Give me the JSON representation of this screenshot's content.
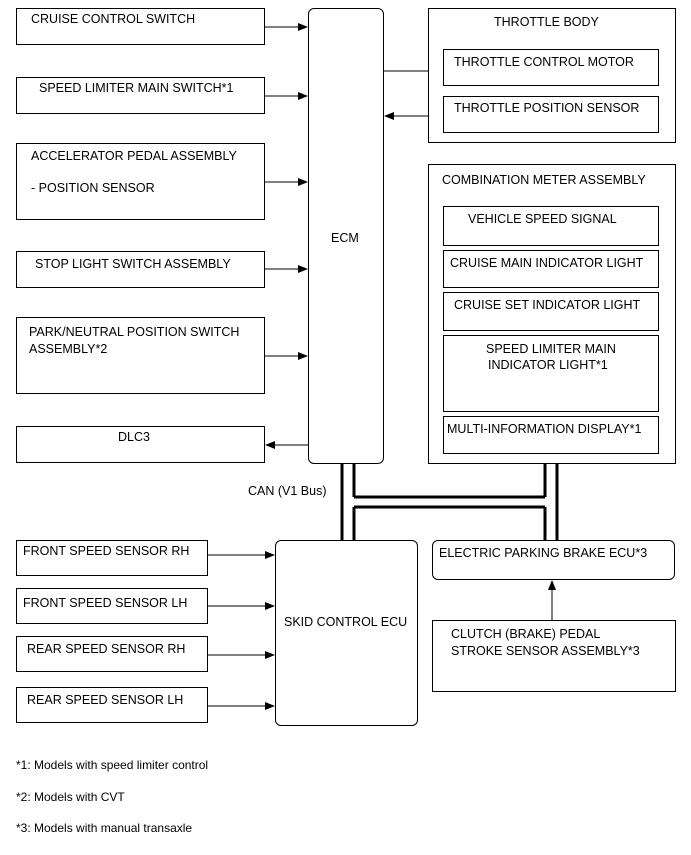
{
  "inputs_left": {
    "cruise_control_switch": "CRUISE CONTROL SWITCH",
    "speed_limiter_main_switch": "SPEED LIMITER MAIN SWITCH*1",
    "accelerator_line1": "ACCELERATOR PEDAL ASSEMBLY",
    "accelerator_line2": "- POSITION SENSOR",
    "stop_light_switch": "STOP LIGHT SWITCH ASSEMBLY",
    "park_neutral_line1": "PARK/NEUTRAL POSITION SWITCH",
    "park_neutral_line2": "ASSEMBLY*2",
    "dlc3": "DLC3"
  },
  "ecm": {
    "label": "ECM"
  },
  "throttle_body": {
    "title": "THROTTLE BODY",
    "motor": "THROTTLE CONTROL MOTOR",
    "sensor": "THROTTLE POSITION SENSOR"
  },
  "combination_meter": {
    "title": "COMBINATION METER ASSEMBLY",
    "vehicle_speed_signal": "VEHICLE SPEED SIGNAL",
    "cruise_main_indicator": "CRUISE MAIN INDICATOR LIGHT",
    "cruise_set_indicator": "CRUISE SET INDICATOR LIGHT",
    "speed_limiter_line1": "SPEED LIMITER MAIN",
    "speed_limiter_line2": "INDICATOR LIGHT*1",
    "multi_info_display": "MULTI-INFORMATION DISPLAY*1"
  },
  "can_bus": {
    "label": "CAN (V1 Bus)"
  },
  "speed_sensors": {
    "front_rh": "FRONT SPEED SENSOR RH",
    "front_lh": "FRONT SPEED SENSOR LH",
    "rear_rh": "REAR SPEED SENSOR RH",
    "rear_lh": "REAR SPEED SENSOR LH"
  },
  "skid_control_ecu": {
    "label": "SKID CONTROL ECU"
  },
  "electric_parking_brake_ecu": {
    "label": "ELECTRIC PARKING BRAKE ECU*3"
  },
  "clutch_sensor": {
    "line1": "CLUTCH (BRAKE) PEDAL",
    "line2": "STROKE SENSOR ASSEMBLY*3"
  },
  "notes": {
    "note1": "*1: Models with speed limiter control",
    "note2": "*2: Models with CVT",
    "note3": "*3: Models with manual transaxle"
  }
}
